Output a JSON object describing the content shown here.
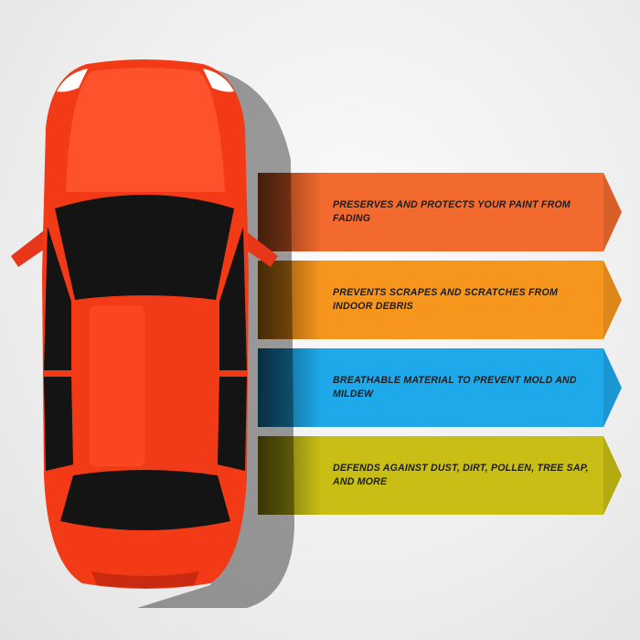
{
  "banners": [
    {
      "text": "PRESERVES AND PROTECTS YOUR PAINT FROM FADING",
      "color": "#F26A2E"
    },
    {
      "text": "PREVENTS SCRAPES AND SCRATCHES FROM INDOOR DEBRIS",
      "color": "#F7961C"
    },
    {
      "text": "BREATHABLE MATERIAL TO PREVENT MOLD AND MILDEW",
      "color": "#1EA9EA"
    },
    {
      "text": "DEFENDS AGAINST DUST, DIRT, POLLEN, TREE SAP, AND MORE",
      "color": "#C9BE15"
    }
  ],
  "car": {
    "body_color": "#F23A17",
    "glass_color": "#141414"
  }
}
